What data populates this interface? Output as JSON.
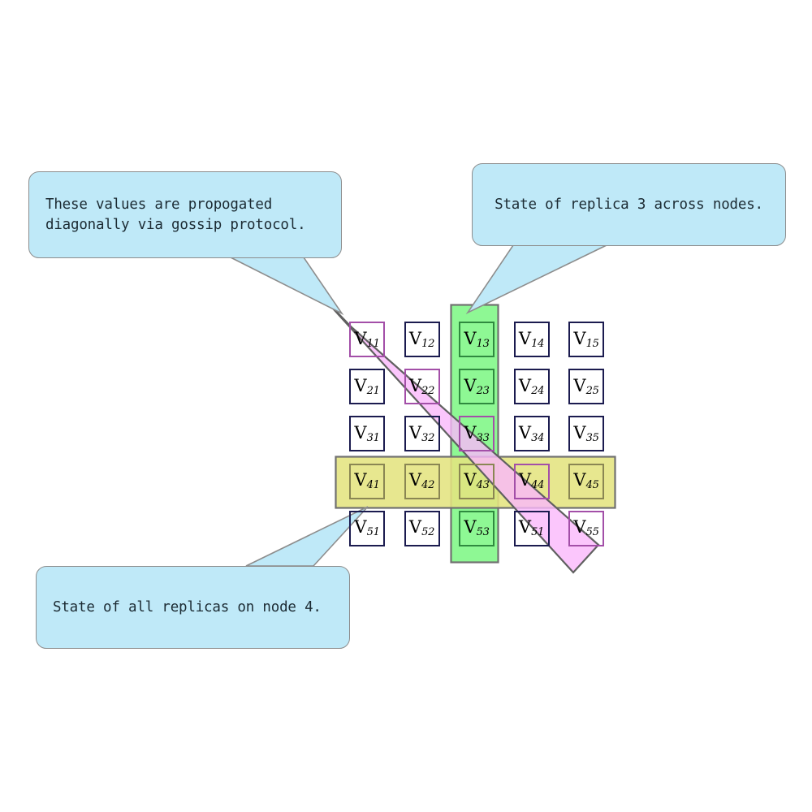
{
  "diagram": {
    "title": "Replica state grid with gossip propagation highlights",
    "colors": {
      "callout_fill": "#bfe9f8",
      "callout_stroke": "#8d8d8d",
      "callout_text": "#1c2b33",
      "cell_stroke": "#1b1b4f",
      "replica_column_fill": "#8ef894",
      "replica_column_stroke": "#707070",
      "node_row_fill": "#e4e480",
      "node_row_stroke": "#707070",
      "gossip_band_fill": "#fab8fb",
      "gossip_band_stroke": "#606060",
      "background": "#ffffff"
    },
    "grid": {
      "rows": 5,
      "cols": 5,
      "cells": [
        [
          {
            "label": "V",
            "sub": "11",
            "highlight": "pink"
          },
          {
            "label": "V",
            "sub": "12",
            "highlight": "none"
          },
          {
            "label": "V",
            "sub": "13",
            "highlight": "green"
          },
          {
            "label": "V",
            "sub": "14",
            "highlight": "none"
          },
          {
            "label": "V",
            "sub": "15",
            "highlight": "none"
          }
        ],
        [
          {
            "label": "V",
            "sub": "21",
            "highlight": "none"
          },
          {
            "label": "V",
            "sub": "22",
            "highlight": "pink"
          },
          {
            "label": "V",
            "sub": "23",
            "highlight": "green"
          },
          {
            "label": "V",
            "sub": "24",
            "highlight": "none"
          },
          {
            "label": "V",
            "sub": "25",
            "highlight": "none"
          }
        ],
        [
          {
            "label": "V",
            "sub": "31",
            "highlight": "none"
          },
          {
            "label": "V",
            "sub": "32",
            "highlight": "none"
          },
          {
            "label": "V",
            "sub": "33",
            "highlight": "green-pink"
          },
          {
            "label": "V",
            "sub": "34",
            "highlight": "none"
          },
          {
            "label": "V",
            "sub": "35",
            "highlight": "none"
          }
        ],
        [
          {
            "label": "V",
            "sub": "41",
            "highlight": "yellow"
          },
          {
            "label": "V",
            "sub": "42",
            "highlight": "yellow"
          },
          {
            "label": "V",
            "sub": "43",
            "highlight": "yellow-green"
          },
          {
            "label": "V",
            "sub": "44",
            "highlight": "yellow-pink"
          },
          {
            "label": "V",
            "sub": "45",
            "highlight": "yellow"
          }
        ],
        [
          {
            "label": "V",
            "sub": "51",
            "highlight": "none"
          },
          {
            "label": "V",
            "sub": "52",
            "highlight": "none"
          },
          {
            "label": "V",
            "sub": "53",
            "highlight": "green"
          },
          {
            "label": "V",
            "sub": "51",
            "highlight": "none"
          },
          {
            "label": "V",
            "sub": "55",
            "highlight": "pink"
          }
        ]
      ]
    },
    "callouts": [
      {
        "id": "gossip",
        "text": "These values are propogated\ndiagonally via gossip protocol.",
        "points_to": "diagonal-gossip-band"
      },
      {
        "id": "replica",
        "text": "State of replica 3 across nodes.",
        "points_to": "replica-3-column"
      },
      {
        "id": "node",
        "text": "State of all replicas on node 4.",
        "points_to": "node-4-row"
      }
    ],
    "highlights": {
      "replica_column": {
        "name": "replica-3-column",
        "column_index": 3
      },
      "node_row": {
        "name": "node-4-row",
        "row_index": 4
      },
      "gossip_band": {
        "name": "diagonal-gossip-band",
        "from_cell": "V11",
        "to_cell": "V55"
      }
    }
  }
}
